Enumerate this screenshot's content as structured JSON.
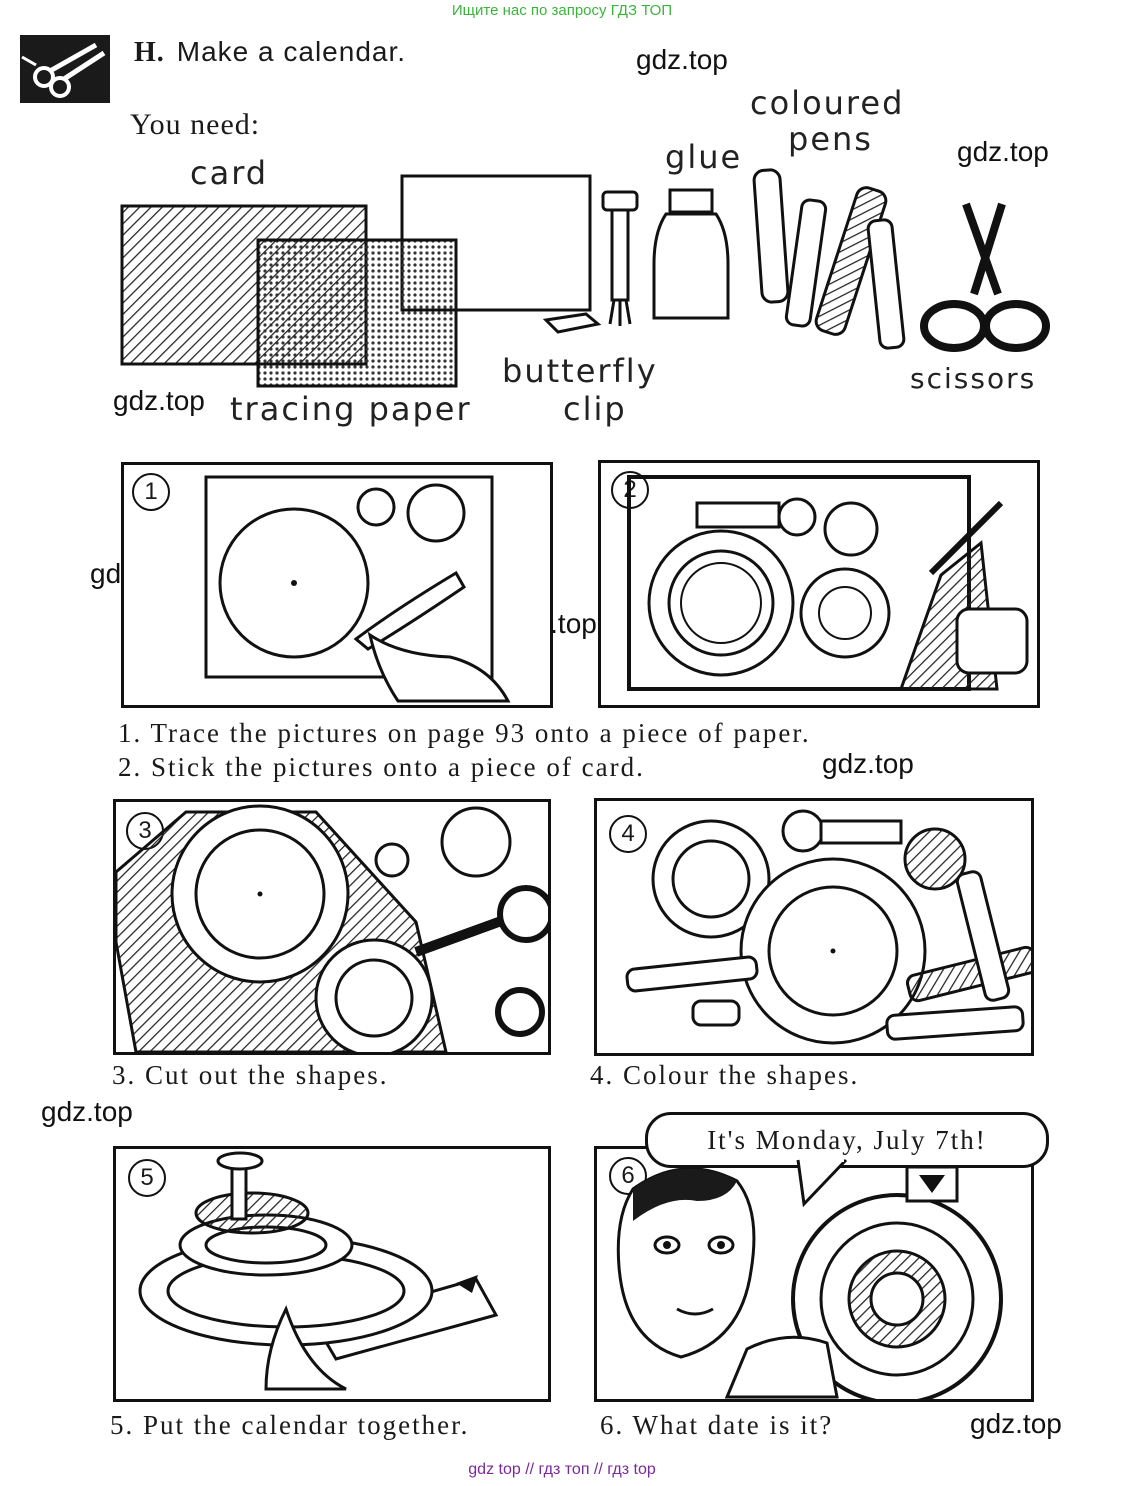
{
  "banners": {
    "top": "Ищите нас по запросу ГДЗ ТОП",
    "bottom": "gdz top  //  гдз топ  //  гдз top"
  },
  "watermark": "gdz.top",
  "section": {
    "letter": "H.",
    "title": "Make a calendar."
  },
  "materials": {
    "heading": "You need:",
    "items": {
      "card": "card",
      "paper": "paper",
      "glue": "glue",
      "coloured": "coloured",
      "pens": "pens",
      "scissors": "scissors",
      "butterfly": "butterfly",
      "clip": "clip",
      "tracing_paper": "tracing paper"
    }
  },
  "steps": [
    {
      "number": "1",
      "caption": "1.  Trace the pictures on page 93 onto a piece of paper."
    },
    {
      "number": "2",
      "caption": "2.  Stick the pictures onto a piece of card."
    },
    {
      "number": "3",
      "caption": "3.  Cut out the shapes."
    },
    {
      "number": "4",
      "caption": "4.  Colour the shapes."
    },
    {
      "number": "5",
      "caption": "5.  Put the calendar together."
    },
    {
      "number": "6",
      "caption": "6.  What date is it?"
    }
  ],
  "speech": "It's Monday, July 7th!",
  "icons": {
    "section_icon": "scissors-icon"
  }
}
